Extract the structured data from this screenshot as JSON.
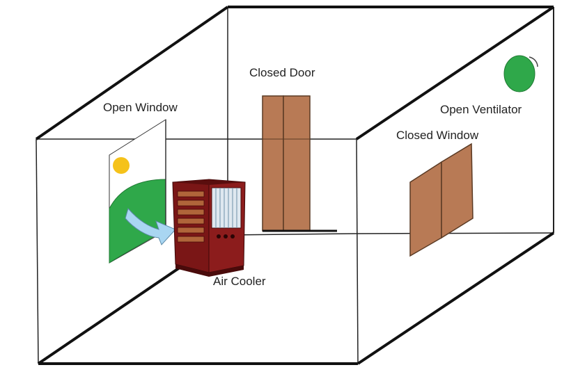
{
  "labels": {
    "closed_door": "Closed Door",
    "open_window": "Open Window",
    "open_ventilator": "Open Ventilator",
    "closed_window": "Closed Window",
    "air_cooler": "Air Cooler"
  },
  "colors": {
    "wood": "#b87a55",
    "wood_line": "#5a3a24",
    "cooler_body": "#7a1616",
    "cooler_dark": "#4a0b0b",
    "foliage": "#2fa84a",
    "sun": "#f5c21a",
    "airflow": "#a9d6f2",
    "room_line": "#111111"
  }
}
